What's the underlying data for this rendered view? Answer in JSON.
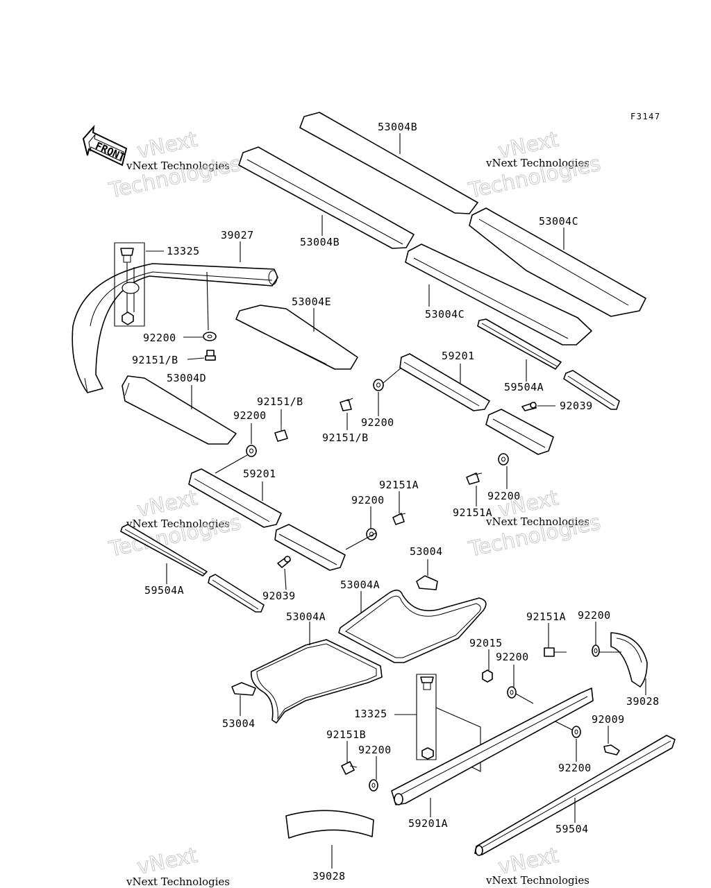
{
  "figure_code": "F3147",
  "direction_label": "FRONT",
  "watermark": {
    "line1": "vNext",
    "line2": "vNext Technologies",
    "line3": "Technologies"
  },
  "labels": {
    "l_53004B_top": "53004B",
    "l_53004B_bottom": "53004B",
    "l_53004C_right": "53004C",
    "l_53004C_mid": "53004C",
    "l_53004E": "53004E",
    "l_53004D": "53004D",
    "l_13325_top": "13325",
    "l_39027": "39027",
    "l_92200_a": "92200",
    "l_92151B_a": "92151/B",
    "l_92151B_b": "92151/B",
    "l_92200_b": "92200",
    "l_59201_a": "59201",
    "l_92200_c": "92200",
    "l_92151B_c": "92151/B",
    "l_59504A_right": "59504A",
    "l_92039_right": "92039",
    "l_92200_d": "92200",
    "l_92151A_a": "92151A",
    "l_59201_b": "59201",
    "l_92151A_b": "92151A",
    "l_92200_e": "92200",
    "l_59504A_left": "59504A",
    "l_92039_left": "92039",
    "l_53004_a": "53004",
    "l_53004A_a": "53004A",
    "l_53004A_b": "53004A",
    "l_53004_b": "53004",
    "l_92151A_c": "92151A",
    "l_92200_f": "92200",
    "l_92015": "92015",
    "l_92200_g": "92200",
    "l_39028_right": "39028",
    "l_13325_bottom": "13325",
    "l_92009": "92009",
    "l_92151B_d": "92151B",
    "l_92200_h": "92200",
    "l_92200_i": "92200",
    "l_59201A": "59201A",
    "l_59504": "59504",
    "l_39028_bottom": "39028"
  }
}
